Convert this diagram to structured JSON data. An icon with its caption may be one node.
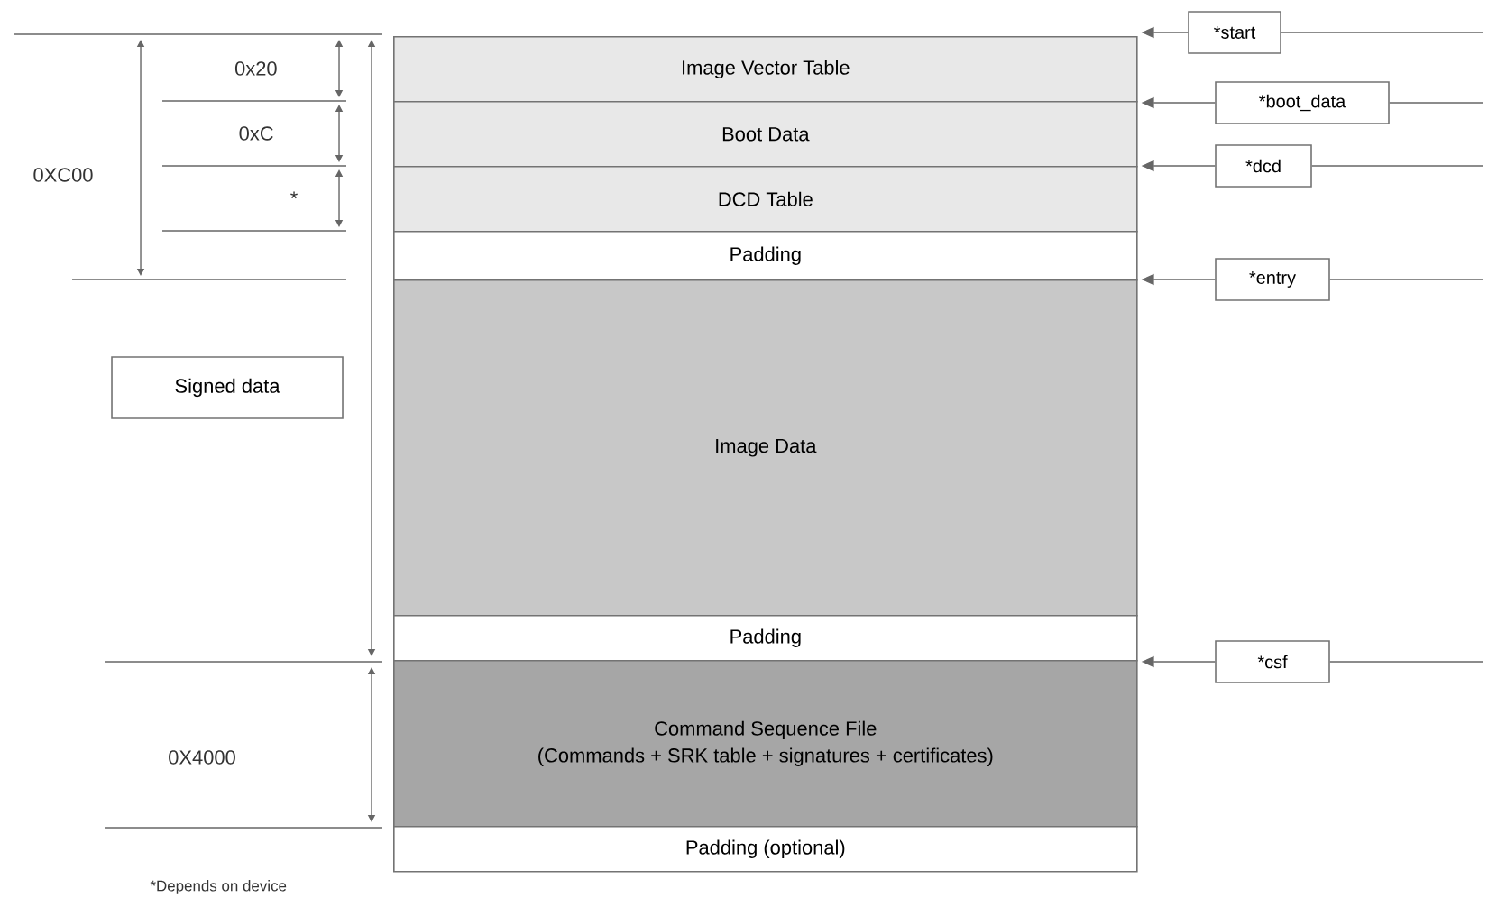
{
  "diagram": {
    "nodes": [
      {
        "text": [
          "Image Vector Table"
        ]
      },
      {
        "text": [
          "Boot Data"
        ]
      },
      {
        "text": [
          "DCD Table"
        ]
      },
      {
        "text": [
          "Padding"
        ]
      },
      {
        "text": [
          "Image Data"
        ]
      },
      {
        "text": [
          "Padding"
        ]
      },
      {
        "text": [
          "Command Sequence File",
          "(Commands + SRK table + signatures + certificates)"
        ]
      },
      {
        "text": [
          "Padding (optional)"
        ]
      },
      {
        "text": [
          "Signed data"
        ]
      },
      {
        "text": [
          "*start"
        ]
      },
      {
        "text": [
          "*boot_data"
        ]
      },
      {
        "text": [
          "*dcd"
        ]
      },
      {
        "text": [
          "*entry"
        ]
      },
      {
        "text": [
          "*csf"
        ]
      }
    ],
    "edges": [
      {
        "from": 9,
        "to": 0,
        "arrow": "to"
      },
      {
        "from": 10,
        "to": 1,
        "arrow": "to"
      },
      {
        "from": 11,
        "to": 2,
        "arrow": "to"
      },
      {
        "from": 12,
        "to": 4,
        "arrow": "to"
      },
      {
        "from": 13,
        "to": 6,
        "arrow": "to"
      },
      {
        "from": 9,
        "to": null,
        "arrow": "none"
      },
      {
        "from": 10,
        "to": null,
        "arrow": "none"
      },
      {
        "from": 11,
        "to": null,
        "arrow": "none"
      },
      {
        "from": 12,
        "to": null,
        "arrow": "none"
      },
      {
        "from": 13,
        "to": null,
        "arrow": "none"
      }
    ],
    "labels": [
      "0x20",
      "0xC",
      "*",
      "0XC00",
      "0X4000",
      "*Depends on device"
    ]
  }
}
